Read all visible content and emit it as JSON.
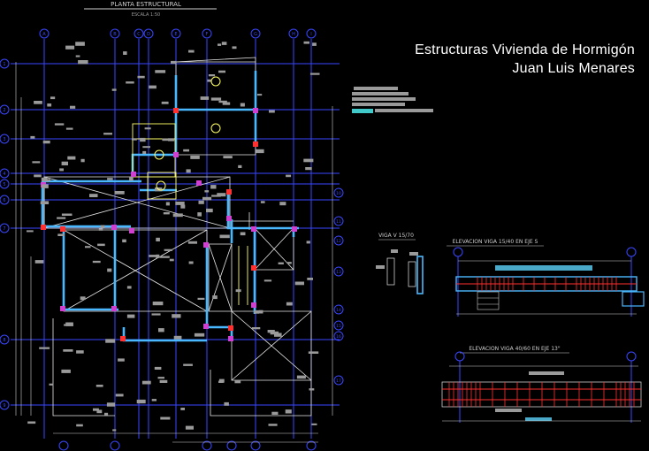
{
  "drawing": {
    "title_line1": "Estructuras Vivienda de Hormigón",
    "title_line2": "Juan Luis Menares",
    "plan_title": "PLANTA ESTRUCTURAL",
    "plan_scale": "ESCALA 1:50",
    "detail_viga": "VIGA V 15/70",
    "elevation_1": "ELEVACION VIGA 15/40 EN EJE S",
    "elevation_2": "ELEVACION VIGA 40/60 EN EJE 13\"",
    "plan_grid_top": [
      "A",
      "B",
      "C",
      "D",
      "E",
      "F",
      "G",
      "H",
      "I"
    ],
    "plan_grid_left": [
      "1",
      "2",
      "3",
      "4",
      "5",
      "6",
      "7",
      "8",
      "9"
    ],
    "plan_grid_right": [
      "10",
      "11",
      "12",
      "13",
      "14",
      "15",
      "16",
      "17"
    ],
    "colors": {
      "background": "#000000",
      "grid_axis": "#3a46ff",
      "walls": "#4ab8ff",
      "slab_lines": "#ffffff",
      "highlight": "#ffff66",
      "rebar": "#ff3030",
      "annotation": "#9a9a9a"
    }
  }
}
